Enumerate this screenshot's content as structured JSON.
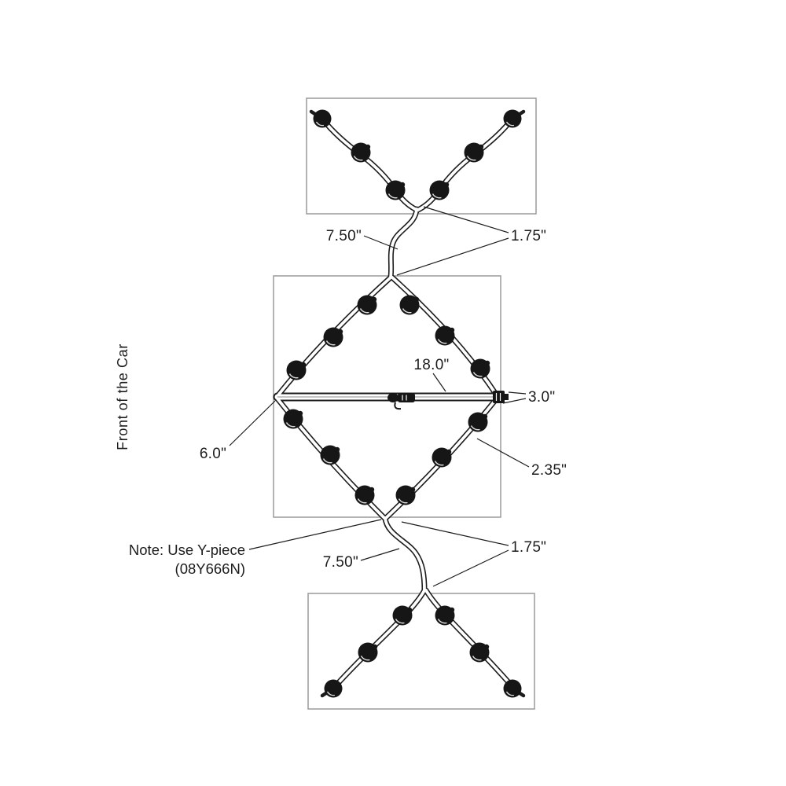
{
  "labels": {
    "front_of_car": "Front of the Car",
    "note_line1": "Note: Use Y-piece",
    "note_line2": "(08Y666N)"
  },
  "dimensions": {
    "top_lead": "7.50\"",
    "top_branch_spacing": "1.75\"",
    "center_cable": "18.0\"",
    "end_connector": "3.0\"",
    "side_spacing": "6.0\"",
    "light_spacing": "2.35\"",
    "bottom_lead": "7.50\"",
    "bottom_branch_spacing": "1.75\""
  },
  "colors": {
    "cable_outline": "#1c1c1c",
    "cable_core": "#ffffff",
    "zone_outline": "#9a9a9a",
    "light": "#161616"
  }
}
